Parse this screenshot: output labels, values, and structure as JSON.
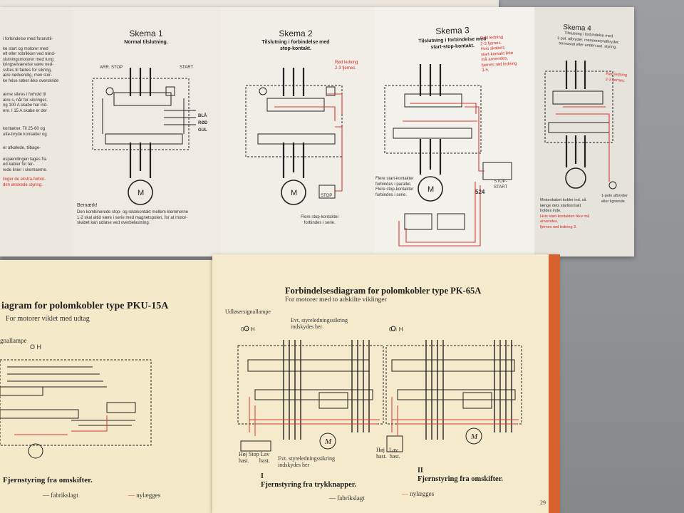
{
  "top_booklet": {
    "left_page_fragments": [
      "i forbindelse med foranstil-",
      "ke start og motorer med",
      "elt eller robrikken ved mind-",
      "slutningsmotorer med tung",
      "kringselværelse være ned-",
      "ssttes til fælles for sikring,",
      "ære nødvendig, men stor-",
      "ke felse røber ikke overskride",
      "ærne sikres i forhold til",
      "ære s, når for-sikringer-",
      "ng 100 A skabe har ind-",
      "ere. I 15 A skabe er der",
      "kontakter. Til 25-60 og",
      "utte-bryde kontakter og",
      "er afkølede, tilbage-",
      "espændingen tages fra",
      "ed kabler for ter-",
      "rede linier i skemaerne.",
      "linger de ekstra-forbin-",
      " den ønskede styring."
    ],
    "skema1": {
      "title": "Skema 1",
      "subtitle": "Normal tilslutning.",
      "labels": {
        "arr_stop": "ARR. STOP",
        "start": "START",
        "bla": "BLÅ",
        "rod": "RØD",
        "gul": "GUL",
        "m": "M"
      },
      "note_title": "Bemærk!",
      "note_text": [
        "Den kombinerede stop- og relækontakt mellem klemmerne",
        "1-2 skal altid være i serie med magnetspolen, for at motor-",
        "skabet kan udløse ved overbelastning."
      ]
    },
    "skema2": {
      "title": "Skema 2",
      "subtitle": [
        "Tilslutning i forbindelse med",
        "stop-kontakt."
      ],
      "red_note": [
        "Rød ledning",
        "2-3 fjernes."
      ],
      "stop_label": "STOP",
      "bottom_note": [
        "Flere stop-kontakter",
        "forbindes i serie."
      ],
      "m": "M"
    },
    "skema3": {
      "title": "Skema 3",
      "subtitle": [
        "Tilslutning i forbindelse med",
        "start-stop-kontakt."
      ],
      "red_note": [
        "Rød ledning",
        "2-3 fjernes.",
        "Hvis skabets",
        "start-kontakt ikke",
        "må anvendes,",
        "fjernes rød ledning",
        "3-5."
      ],
      "side_note": [
        "Flere start-kontakter",
        "forbindes i parallel.",
        "Flere stop-kontakter",
        "forbindes i serie."
      ],
      "stop_start": [
        "STOP-",
        "START"
      ],
      "code": "524",
      "m": "M"
    },
    "skema4": {
      "title": "Skema 4",
      "subtitle": [
        "Tilslutning i forbindelse med",
        "1-pol. afbryder, manometerafbryder,",
        "termostat eller anden aut. styring."
      ],
      "red_note": [
        "Rød ledning",
        "2-3 fjernes."
      ],
      "side_note": [
        "1-pole afbryder",
        "eller lignende."
      ],
      "bottom_note": [
        "Motorskabet kobler ind, så",
        "længe dets startkontakt",
        "holdes inde.",
        "Hvis start-kontakten ikke må anvendes,",
        "fjernes rød ledning 3."
      ]
    }
  },
  "left_booklet": {
    "title": "iagram for polomkobler type PKU-15A",
    "subtitle": "For motorer viklet med udtag",
    "lamp_label": "gnallampe",
    "switch_label": "O H",
    "bottom_label": "Fjernstyring fra omskifter.",
    "legend_factory": "fabrikslagt",
    "legend_new": "nylægges"
  },
  "right_booklet": {
    "title": "Forbindelsesdiagram for polomkobler type PK-65A",
    "subtitle": "For motorer med to adskilte viklinger",
    "lamp_label": "Udløsersignallampe",
    "fuse_top": [
      "Evt. styreledningssikring",
      "indskydes her"
    ],
    "fuse_bottom": [
      "Evt. styreledningssikring",
      "indskydes her"
    ],
    "switch_label_left": "0 ○ H",
    "switch_label_right": "0 ○ H",
    "buttons_left": [
      "Høj",
      "Stop",
      "Lav",
      "hast.",
      "hast."
    ],
    "buttons_right": [
      "Høj",
      "Lav",
      "hast.",
      "hast."
    ],
    "section1_num": "I",
    "section1_label": "Fjernstyring fra trykknapper.",
    "section2_num": "II",
    "section2_label": "Fjernstyring fra omskifter.",
    "legend_factory": "fabrikslagt",
    "legend_new": "nylægges",
    "page_number": "29",
    "m": "M"
  }
}
